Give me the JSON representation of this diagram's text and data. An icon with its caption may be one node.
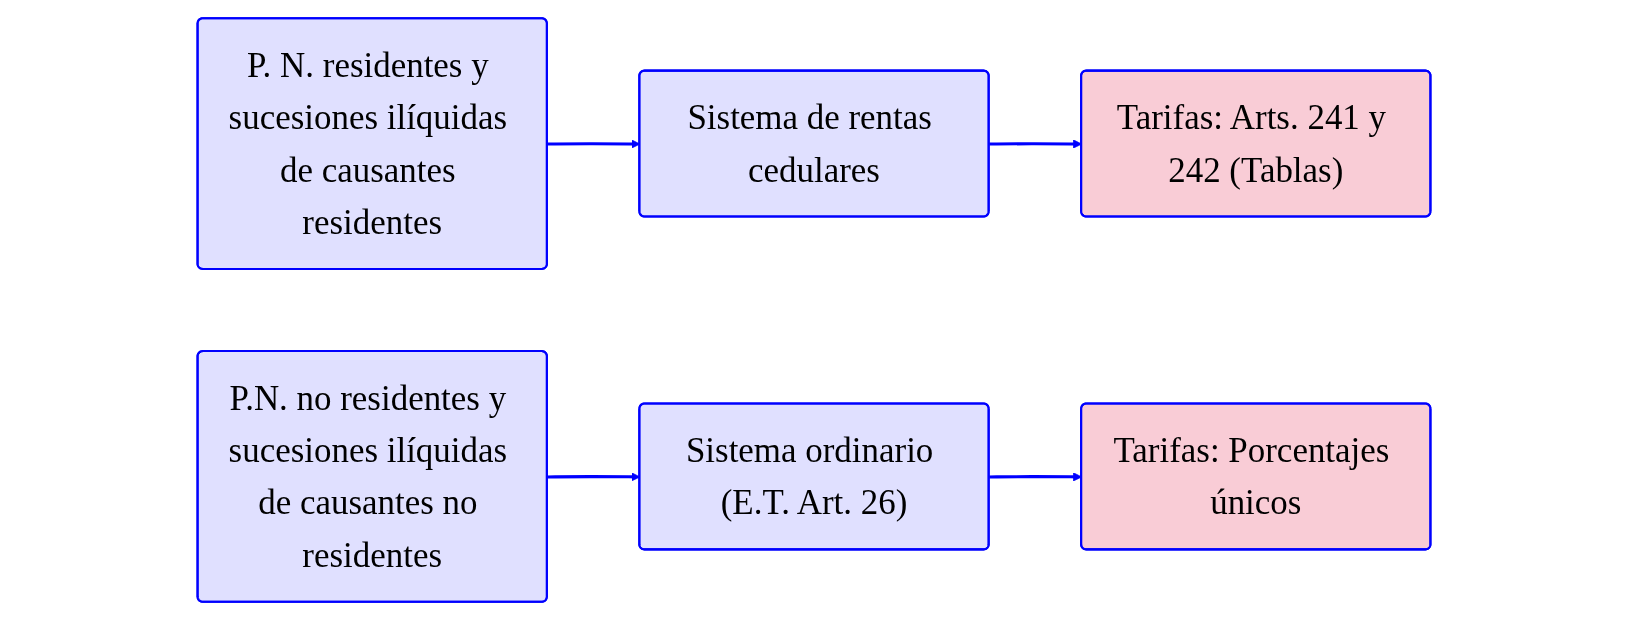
{
  "diagram": {
    "nodes": [
      {
        "text": [
          "P. N. residentes y sucesiones ilíquidas de causantes residentes"
        ]
      },
      {
        "text": [
          "Sistema de rentas cedulares"
        ]
      },
      {
        "text": [
          "Tarifas: Arts. 241 y 242 (Tablas)"
        ]
      },
      {
        "text": [
          "P.N. no residentes y sucesiones ilíquidas de causantes no residentes"
        ]
      },
      {
        "text": [
          "Sistema ordinario (E.T. Art. 26)"
        ]
      },
      {
        "text": [
          "Tarifas: Porcentajes únicos"
        ]
      }
    ],
    "edges": [
      {
        "from": 0,
        "to": 1,
        "arrow": "to"
      },
      {
        "from": 1,
        "to": 2,
        "arrow": "to"
      },
      {
        "from": 3,
        "to": 4,
        "arrow": "to"
      },
      {
        "from": 4,
        "to": 5,
        "arrow": "to"
      }
    ]
  }
}
